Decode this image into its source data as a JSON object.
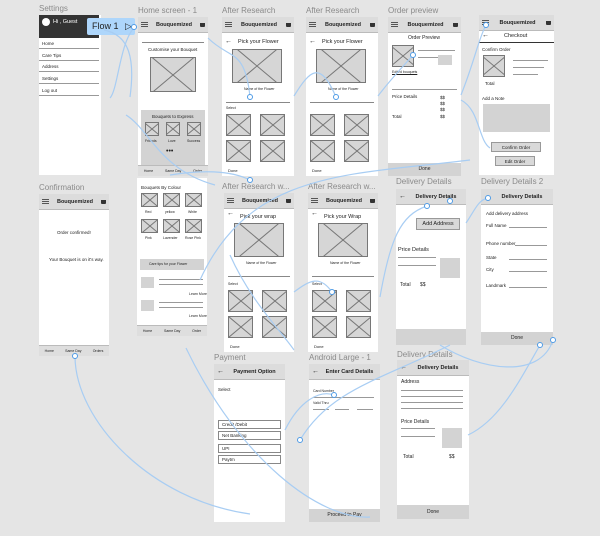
{
  "frames": {
    "settings": {
      "label": "Settings",
      "user": "Hi , Guest",
      "menu": [
        "Home",
        "Care Tips",
        "Address",
        "Settings",
        "Log out"
      ]
    },
    "home": {
      "label": "Home screen - 1",
      "title": "Bouquemized",
      "customise": "Customise your Bouquet",
      "express": "Bouquets to Express",
      "cats": [
        "Friends",
        "Love",
        "Success"
      ],
      "nav": [
        "Home",
        "Same Day",
        "Order"
      ]
    },
    "after1": {
      "label": "After Research",
      "title": "Bouquemized",
      "pick": "Pick your Flower",
      "caption": "Name of the Flower",
      "select": "Select",
      "done": "Done"
    },
    "after2": {
      "label": "After Research",
      "title": "Bouquemized",
      "pick": "Pick your Flower",
      "caption": "Name of the Flower",
      "done": "Done"
    },
    "preview": {
      "label": "Order preview",
      "title": "Bouquemized",
      "heading": "Order Preview",
      "edit": "Edited bouquets",
      "price": "Price Details",
      "ss": "$$",
      "total": "Total",
      "done": "Done"
    },
    "checkout": {
      "label": "",
      "title": "Bouquemized",
      "heading": "Checkout",
      "confirm_label": "Confirm Order",
      "total": "Total",
      "note": "Add a Note",
      "confirm_btn": "Confirm Order",
      "edit_btn": "Edit Order"
    },
    "confirmation": {
      "label": "Confirmation",
      "title": "Bouquemized",
      "line1": "Order confirmed!",
      "line2": "Your Bouquet is on it's way.",
      "nav": [
        "Home",
        "Same Day",
        "Orders"
      ]
    },
    "colour": {
      "label": "",
      "heading": "Bouquets By Colour",
      "colors": [
        "Red",
        "yellow",
        "White",
        "Pink",
        "Lavender",
        "Rose Pink"
      ],
      "care": "Care tips for your Flower",
      "learn": "Learn More",
      "nav": [
        "Home",
        "Same Day",
        "Order"
      ]
    },
    "wrap1": {
      "label": "After Research w...",
      "title": "Bouquemized",
      "pick": "Pick your wrap",
      "caption": "Name of the Flower",
      "select": "Select",
      "done": "Done"
    },
    "wrap2": {
      "label": "After Research w...",
      "title": "Bouquemized",
      "pick": "Pick your Wrap",
      "caption": "Name of the Flower",
      "select": "Select",
      "done": "Done"
    },
    "delivery1": {
      "label": "Delivery Details",
      "heading": "Delivery Details",
      "add": "Add Address",
      "price": "Price Details",
      "total": "Total",
      "ss": "$$"
    },
    "delivery2": {
      "label": "Delivery Details 2",
      "heading": "Delivery Details",
      "add_label": "Add delivery address",
      "fields": [
        "Full Name",
        "Phone number",
        "State",
        "City",
        "Landmark"
      ],
      "done": "Done"
    },
    "payment": {
      "label": "Payment",
      "heading": "Payment Option",
      "select": "Select",
      "options": [
        "Credit /Debit",
        "Net Banking",
        "UPI",
        "Paytm"
      ]
    },
    "android": {
      "label": "Android Large - 1",
      "heading": "Enter Card Details",
      "card": "Card Number",
      "valid": "Valid Thru",
      "proceed": "Proceed to Pay"
    },
    "delivery3": {
      "label": "Delivery Details",
      "heading": "Delivery Details",
      "address": "Address",
      "price": "Price Details",
      "total": "Total",
      "ss": "$$",
      "done": "Done"
    }
  },
  "flow": {
    "label": "Flow 1"
  }
}
